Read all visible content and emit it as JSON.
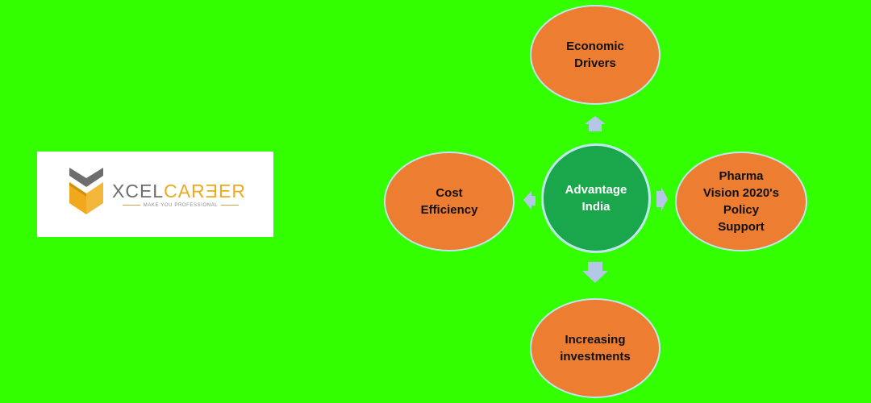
{
  "background": "#33ff00",
  "logo": {
    "word_part1": "XCEL",
    "word_part2": "CARƎER",
    "tagline": "MAKE YOU PROFESSIONAL",
    "colors": {
      "gray": "#6e6e6e",
      "gold": "#f0a81c"
    }
  },
  "diagram": {
    "center": {
      "label": "Advantage\nIndia",
      "color": "#1aa64b"
    },
    "top": {
      "label": "Economic\nDrivers",
      "color": "#ed7d31"
    },
    "right": {
      "label": "Pharma\nVision 2020's\nPolicy\nSupport",
      "color": "#ed7d31"
    },
    "bottom": {
      "label": "Increasing\ninvestments",
      "color": "#ed7d31"
    },
    "left": {
      "label": "Cost\nEfficiency",
      "color": "#ed7d31"
    },
    "arrow_color": "#b4c7e7"
  }
}
